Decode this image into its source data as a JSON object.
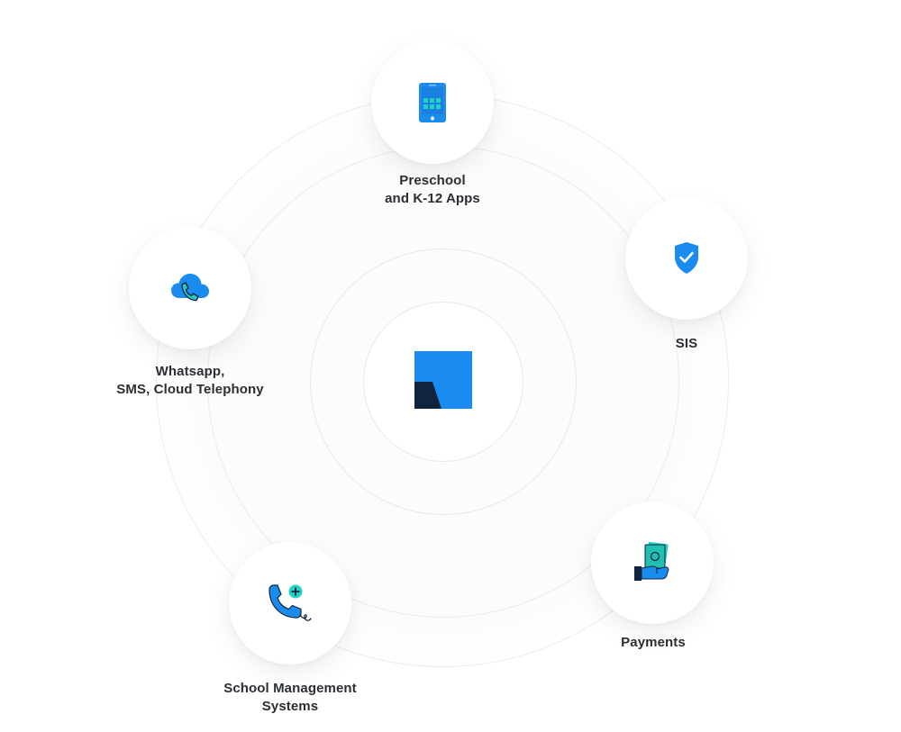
{
  "diagram": {
    "center": {
      "icon": "brand-logo-icon"
    },
    "colors": {
      "brand_blue": "#1a8cf0",
      "brand_dark": "#10253d",
      "accent_teal": "#22d3c5",
      "label_text": "#2b2f33"
    },
    "nodes": [
      {
        "id": "apps",
        "icon": "mobile-apps-icon",
        "lines": [
          "Preschool",
          "and K-12 Apps"
        ]
      },
      {
        "id": "sis",
        "icon": "shield-check-icon",
        "lines": [
          "SIS"
        ]
      },
      {
        "id": "telephony",
        "icon": "cloud-phone-icon",
        "lines": [
          "Whatsapp,",
          "SMS, Cloud Telephony"
        ]
      },
      {
        "id": "payments",
        "icon": "hand-money-icon",
        "lines": [
          "Payments"
        ]
      },
      {
        "id": "sms",
        "icon": "phone-add-icon",
        "lines": [
          "School Management",
          "Systems"
        ]
      }
    ]
  }
}
